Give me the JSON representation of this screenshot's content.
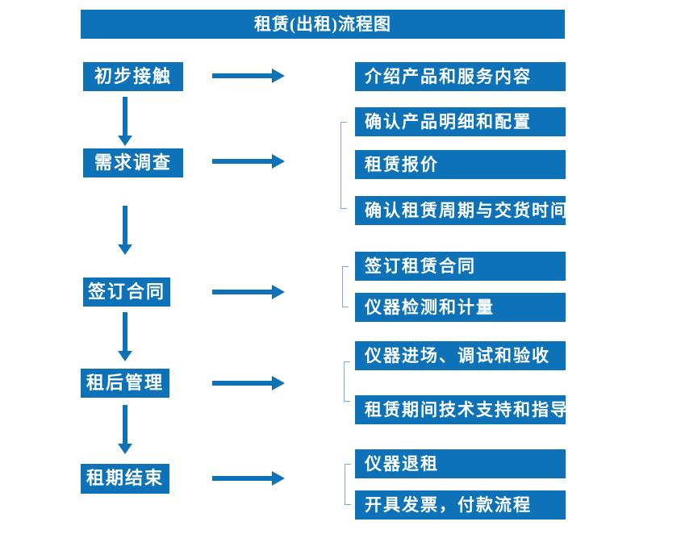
{
  "title": "租赁(出租)流程图",
  "colors": {
    "box_blue": "#0E72B8",
    "arrow_blue": "#0E72B8",
    "bracket_blue": "#7FA8D9",
    "text_white": "#FFFFFF",
    "background": "#FFFFFF"
  },
  "steps": [
    {
      "label": "初步接触",
      "outputs": [
        "介绍产品和服务内容"
      ]
    },
    {
      "label": "需求调查",
      "outputs": [
        "确认产品明细和配置",
        "租赁报价",
        "确认租赁周期与交货时间"
      ]
    },
    {
      "label": "签订合同",
      "outputs": [
        "签订租赁合同",
        "仪器检测和计量"
      ]
    },
    {
      "label": "租后管理",
      "outputs": [
        "仪器进场、调试和验收",
        "租赁期间技术支持和指导"
      ]
    },
    {
      "label": "租期结束",
      "outputs": [
        "仪器退租",
        "开具发票，付款流程"
      ]
    }
  ]
}
